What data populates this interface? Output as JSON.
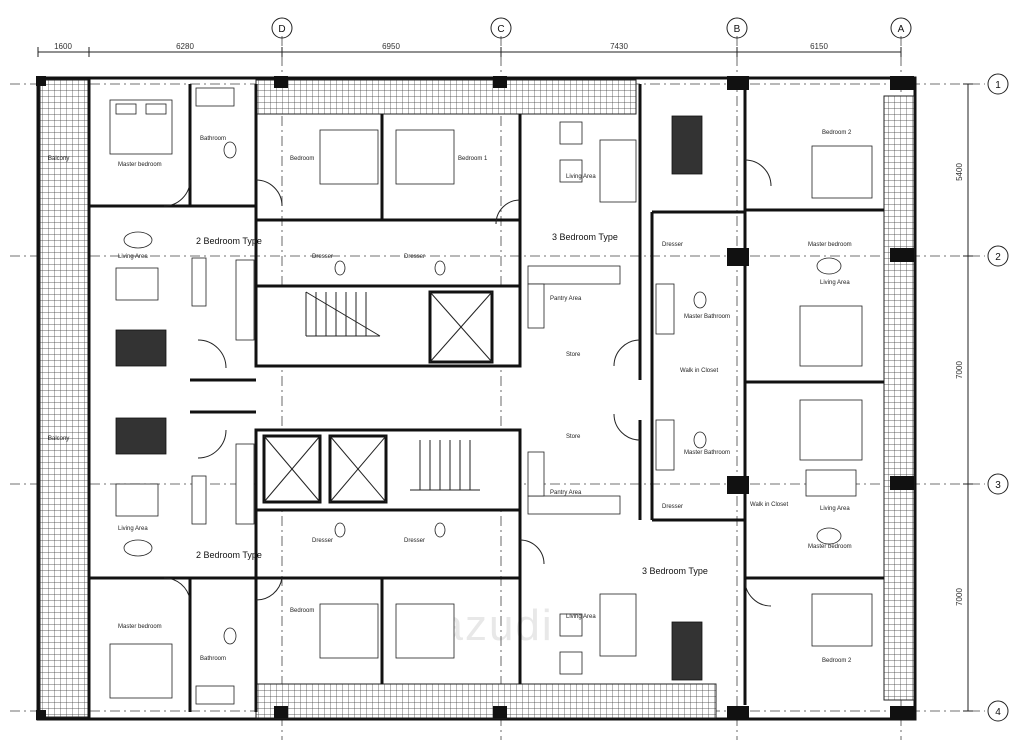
{
  "grid": {
    "columns": [
      "D",
      "C",
      "B",
      "A"
    ],
    "rows": [
      "1",
      "2",
      "3",
      "4"
    ]
  },
  "dimensions": {
    "top": [
      "1600",
      "6280",
      "6950",
      "7430",
      "6150"
    ],
    "right": [
      "5400",
      "7000",
      "7000"
    ]
  },
  "unit_types": {
    "two_bed_top": "2 Bedroom Type",
    "two_bed_bottom": "2 Bedroom Type",
    "three_bed_top": "3 Bedroom Type",
    "three_bed_bottom": "3 Bedroom Type"
  },
  "rooms": {
    "master_bedroom": "Master bedroom",
    "bedroom": "Bedroom",
    "bedroom_1": "Bedroom 1",
    "bedroom_2": "Bedroom 2",
    "living_area": "Living Area",
    "dresser": "Dresser",
    "pantry_area": "Pantry Area",
    "store": "Store",
    "walk_in_closet": "Walk in Closet",
    "master_bathroom": "Master Bathroom",
    "bathroom": "Bathroom",
    "balcony": "Balcony"
  },
  "watermark": "Lazudi",
  "colors": {
    "line": "#111111",
    "background": "#ffffff",
    "watermark": "#e8e8e8"
  }
}
